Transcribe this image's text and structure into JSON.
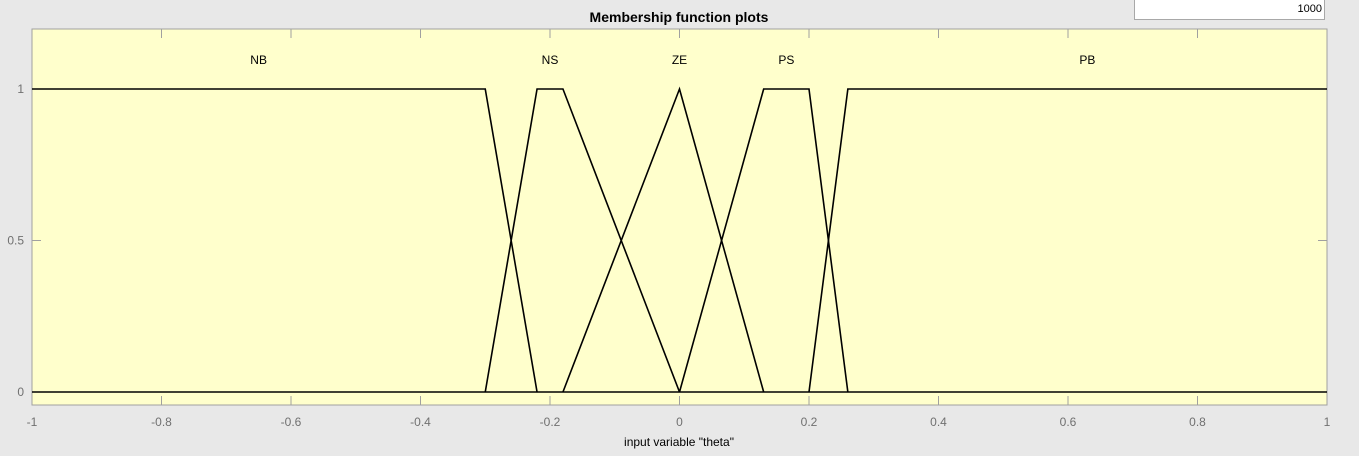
{
  "figure": {
    "background": "#e8e8e8",
    "plot_background": "#ffffcc"
  },
  "corner_field": {
    "value": "1000"
  },
  "chart_data": {
    "type": "line",
    "title": "Membership function plots",
    "xlabel": "input variable \"theta\"",
    "ylabel": "",
    "xlim": [
      -1,
      1
    ],
    "ylim": [
      -0.05,
      1.2
    ],
    "grid": false,
    "x_ticks": [
      -1,
      -0.8,
      -0.6,
      -0.4,
      -0.2,
      0,
      0.2,
      0.4,
      0.6,
      0.8,
      1
    ],
    "x_tick_labels": [
      "-1",
      "-0.8",
      "-0.6",
      "-0.4",
      "-0.2",
      "0",
      "0.2",
      "0.4",
      "0.6",
      "0.8",
      "1"
    ],
    "y_ticks": [
      0,
      0.5,
      1
    ],
    "y_tick_labels": [
      "0",
      "0.5",
      "1"
    ],
    "line_color": "#000000",
    "series": [
      {
        "name": "NB",
        "x": [
          -1,
          -0.3,
          -0.22
        ],
        "y": [
          1,
          1,
          0
        ]
      },
      {
        "name": "NS",
        "x": [
          -0.3,
          -0.22,
          -0.18,
          0
        ],
        "y": [
          0,
          1,
          1,
          0
        ]
      },
      {
        "name": "ZE",
        "x": [
          -0.18,
          0,
          0.13
        ],
        "y": [
          0,
          1,
          0
        ]
      },
      {
        "name": "PS",
        "x": [
          0,
          0.13,
          0.2,
          0.26
        ],
        "y": [
          0,
          1,
          1,
          0
        ]
      },
      {
        "name": "PB",
        "x": [
          0.2,
          0.26,
          1
        ],
        "y": [
          0,
          1,
          1
        ]
      }
    ],
    "label_positions_data": [
      {
        "name": "NB",
        "x": -0.65
      },
      {
        "name": "NS",
        "x": -0.2
      },
      {
        "name": "ZE",
        "x": 0
      },
      {
        "name": "PS",
        "x": 0.165
      },
      {
        "name": "PB",
        "x": 0.63
      }
    ],
    "baseline_y": 0
  }
}
